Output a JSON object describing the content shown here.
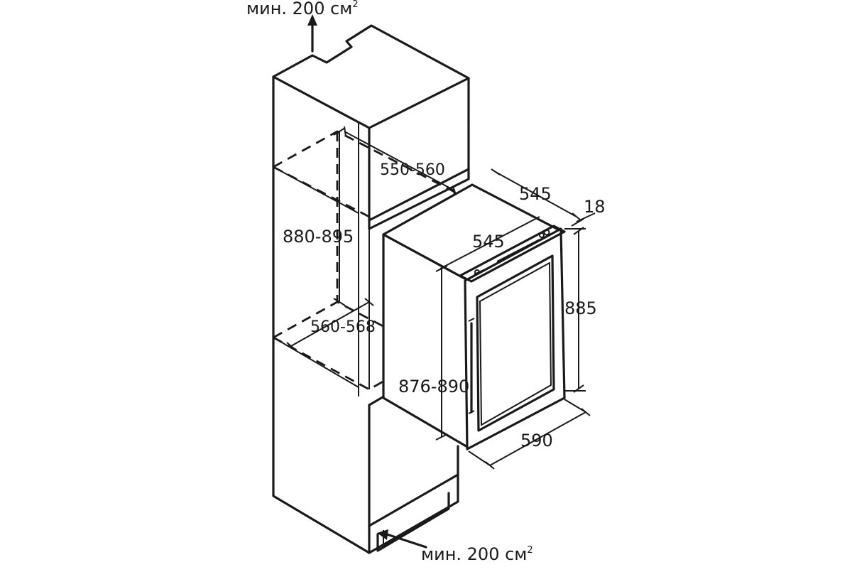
{
  "annotations": {
    "top_ventilation": {
      "text": "мин. 200 см",
      "sup": "2"
    },
    "bottom_ventilation": {
      "text": "мин. 200 см",
      "sup": "2"
    }
  },
  "dimensions": {
    "niche_depth": "550-560",
    "niche_height": "880-895",
    "niche_width": "560-568",
    "appliance_depth_top": "545",
    "appliance_depth_side": "545",
    "door_thickness": "18",
    "appliance_height": "885",
    "body_height": "876-890",
    "appliance_width": "590"
  }
}
